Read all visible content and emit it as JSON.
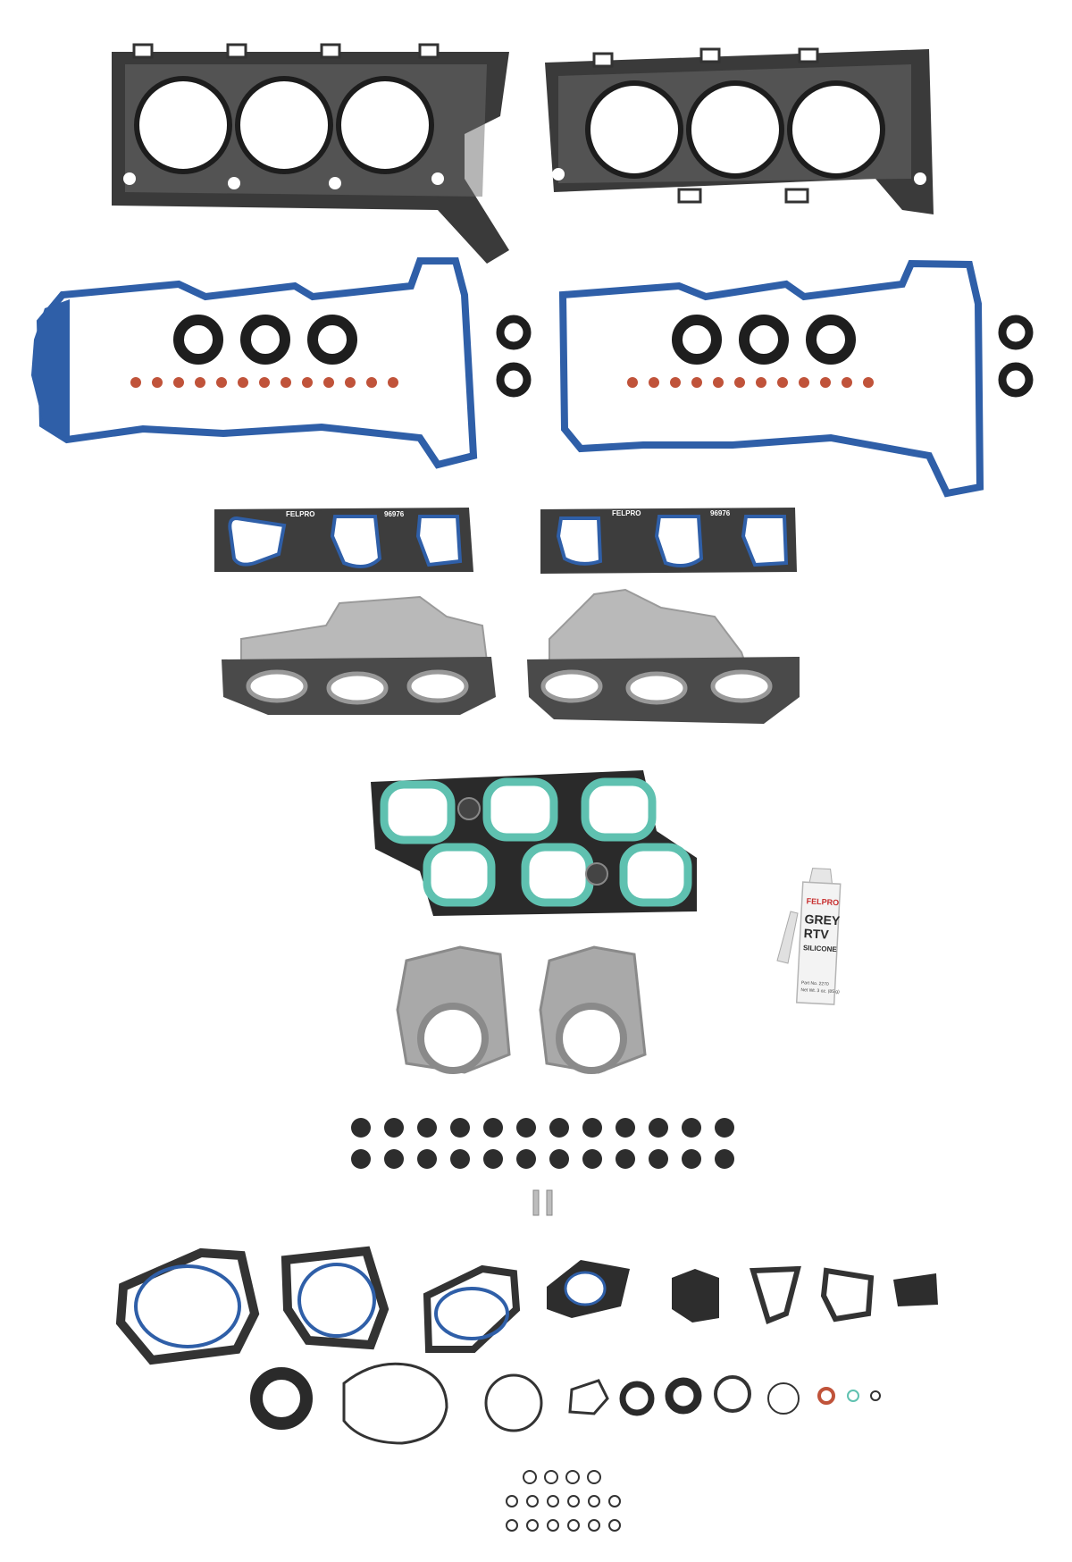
{
  "photo": {
    "background": "#ffffff"
  },
  "manifold_labels": {
    "brand": "FELPRO",
    "part_number": "96976"
  },
  "sealant_tube": {
    "brand": "FELPRO",
    "line1": "GREY",
    "line2": "RTV",
    "line3": "SILICONE",
    "fine_print": "Part No. 2270",
    "net_wt": "Net Wt. 3 oz. (85 g)"
  },
  "colors": {
    "gasket_black": "#2b2b2b",
    "rubber_blue": "#2f5fa8",
    "teal_seal": "#5fc1b0",
    "heat_shield": "#b9b9b9",
    "orange_seal": "#c0533a",
    "steel_grey": "#8e8e8e"
  }
}
